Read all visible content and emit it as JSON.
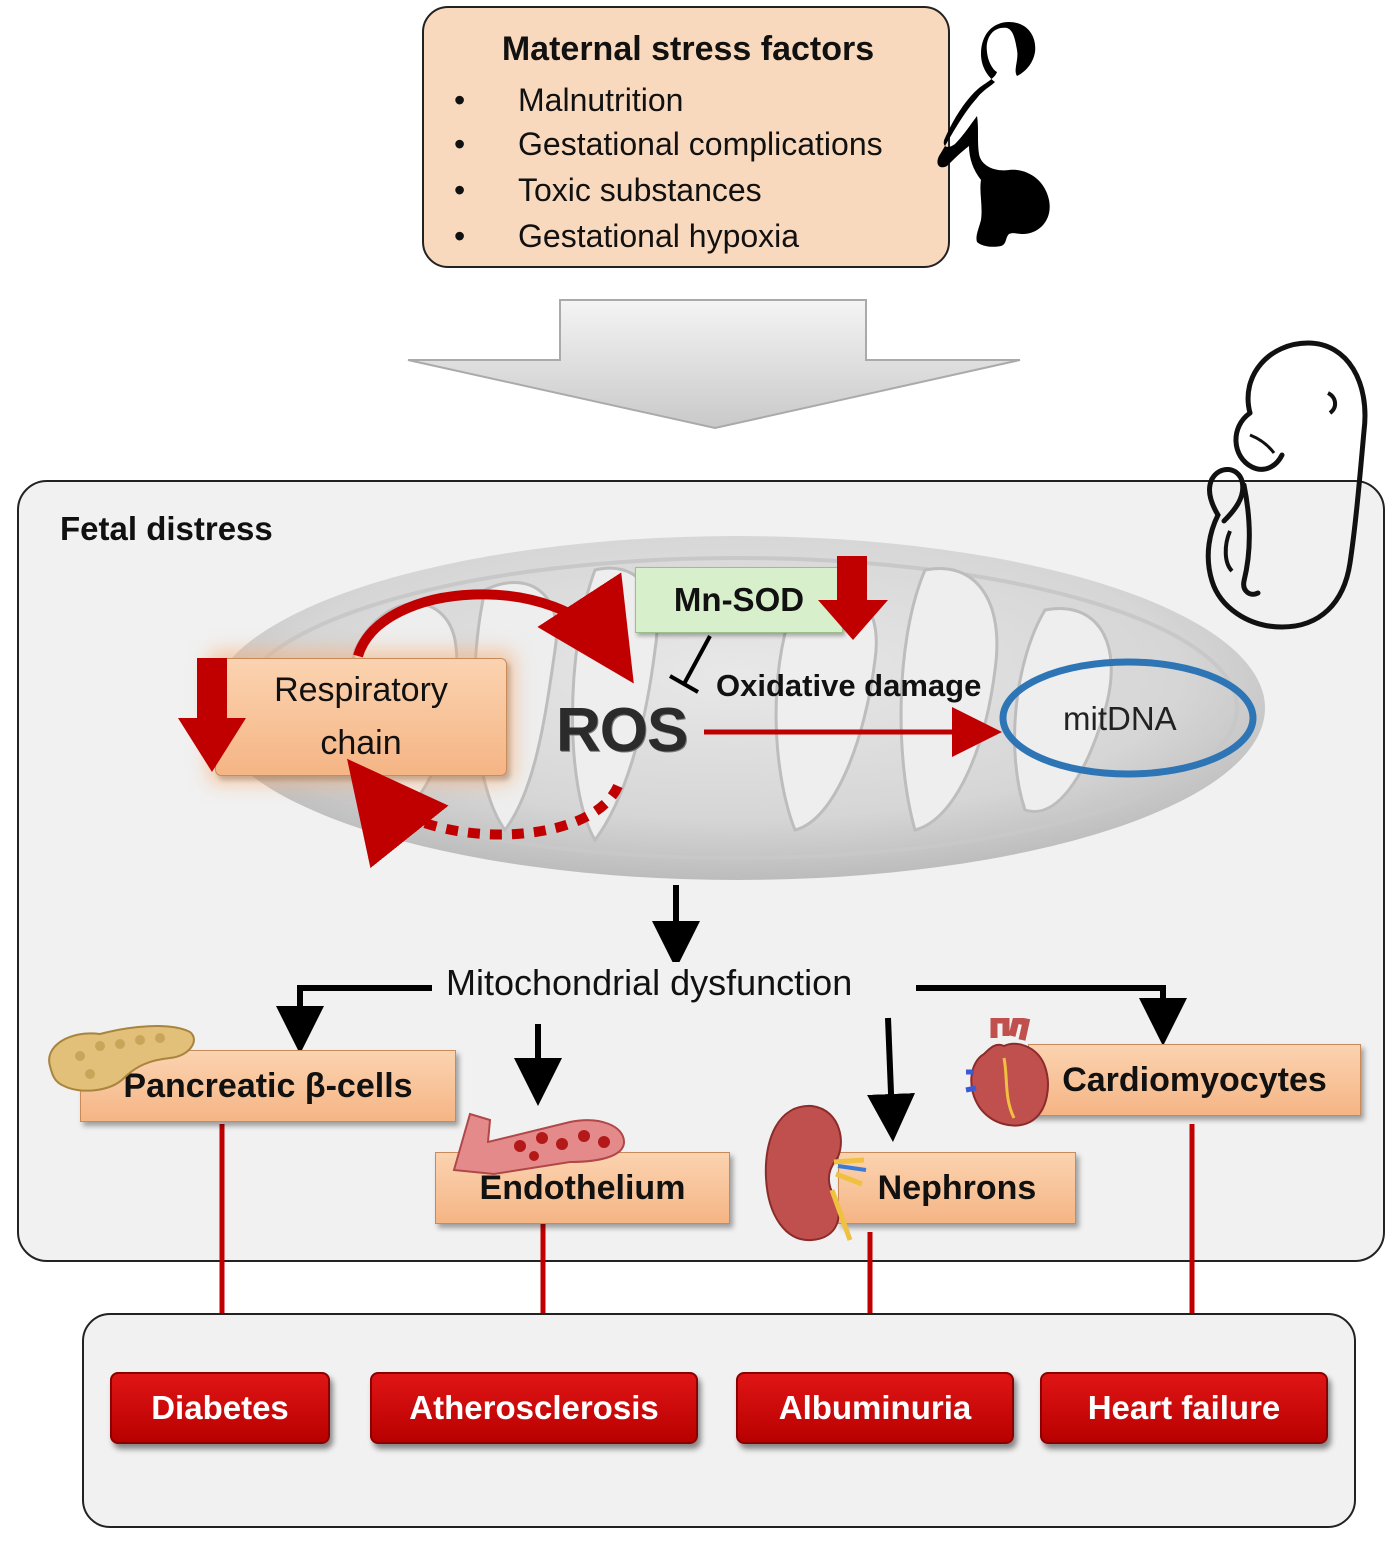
{
  "maternal": {
    "title": "Maternal stress factors",
    "bullet": "•",
    "factors": [
      "Malnutrition",
      "Gestational complications",
      "Toxic substances",
      "Gestational hypoxia"
    ]
  },
  "fetal": {
    "label": "Fetal distress",
    "respiratory_line1": "Respiratory",
    "respiratory_line2": "chain",
    "mnsod": "Mn-SOD",
    "ros": "ROS",
    "oxidative_damage": "Oxidative damage",
    "mitdna": "mitDNA",
    "mito_dysfunction": "Mitochondrial dysfunction",
    "targets": [
      "Pancreatic β-cells",
      "Endothelium",
      "Nephrons",
      "Cardiomyocytes"
    ]
  },
  "outcomes": [
    "Diabetes",
    "Atherosclerosis",
    "Albuminuria",
    "Heart failure"
  ],
  "colors": {
    "maternal_bg": "#f9d9bd",
    "panel_bg": "#f1f1f1",
    "orange_box": "#f5b585",
    "green_box": "#d8efcb",
    "red_arrow": "#c00000",
    "mitdna_ring": "#2e75b6",
    "outcome_red": "#c80000"
  },
  "icons": [
    "pregnant-woman-icon",
    "fetus-icon",
    "pancreas-icon",
    "blood-vessel-icon",
    "kidney-icon",
    "heart-icon",
    "mitochondrion-icon"
  ]
}
